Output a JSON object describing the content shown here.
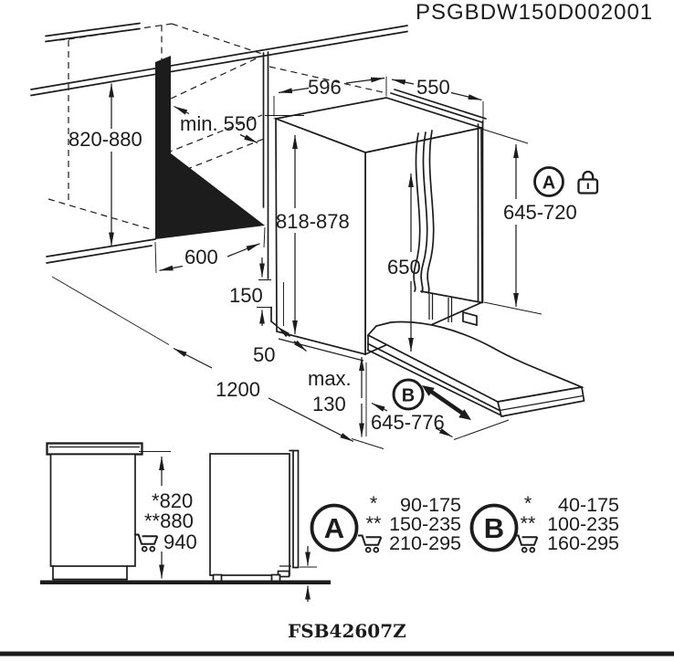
{
  "document": {
    "drawing_number": "PSGBDW150D002001",
    "figure_code": "FSB42607Z"
  },
  "colors": {
    "ink": "#1c1c1c",
    "background": "#ffffff"
  },
  "main_view": {
    "niche_height": "820-880",
    "niche_depth": "min. 550",
    "niche_width": "600",
    "appliance_width": "596",
    "appliance_depth": "550",
    "appliance_height": "818-878",
    "door_opening_height": "650",
    "panel_height_a": "645-720",
    "plinth_step_height": "150",
    "plinth_step_depth": "50",
    "front_clearance": "1200",
    "plinth_max_label": "max.",
    "plinth_max_value": "130",
    "plinth_panel_width_b": "645-776",
    "marker_a": "A",
    "marker_b": "B"
  },
  "side_views": {
    "heights": {
      "star": {
        "marker": "*",
        "value": "820"
      },
      "double_star": {
        "marker": "**",
        "value": "880"
      },
      "cart": {
        "value": "940"
      }
    }
  },
  "legend": {
    "star_marker": "*",
    "double_star_marker": "**",
    "a": {
      "label": "A",
      "star": "90-175",
      "double_star": "150-235",
      "cart": "210-295"
    },
    "b": {
      "label": "B",
      "star": "40-175",
      "double_star": "100-235",
      "cart": "160-295"
    }
  }
}
